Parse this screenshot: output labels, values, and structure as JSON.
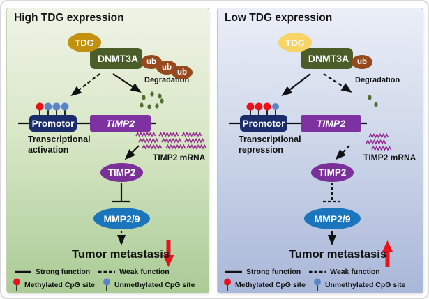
{
  "panels": [
    {
      "title": "High TDG expression",
      "tdg_label": "TDG",
      "dnmt3a_label": "DNMT3A",
      "ub_label": "ub",
      "degradation_label": "Degradation",
      "promotor_label": "Promotor",
      "gene_label": "TIMP2",
      "transcription_line1": "Transcriptional",
      "transcription_line2": "activation",
      "mrna_label": "TIMP2 mRNA",
      "timp2_label": "TIMP2",
      "mmp_label": "MMP2/9",
      "metastasis_label": "Tumor metastasis",
      "metastasis_trend": "down",
      "cpg_sites": [
        "methylated",
        "unmethylated",
        "unmethylated",
        "unmethylated"
      ],
      "ubiquitin_count": 3,
      "legend": {
        "strong": "Strong function",
        "weak": "Weak function",
        "methylated": "Methylated CpG site",
        "unmethylated": "Unmethylated CpG site"
      }
    },
    {
      "title": "Low TDG expression",
      "tdg_label": "TDG",
      "dnmt3a_label": "DNMT3A",
      "ub_label": "ub",
      "degradation_label": "Degradation",
      "promotor_label": "Promotor",
      "gene_label": "TIMP2",
      "transcription_line1": "Transcriptional",
      "transcription_line2": "repression",
      "mrna_label": "TIMP2 mRNA",
      "timp2_label": "TIMP2",
      "mmp_label": "MMP2/9",
      "metastasis_label": "Tumor metastasis",
      "metastasis_trend": "up",
      "cpg_sites": [
        "methylated",
        "methylated",
        "methylated",
        "unmethylated"
      ],
      "ubiquitin_count": 1,
      "legend": {
        "strong": "Strong function",
        "weak": "Weak function",
        "methylated": "Methylated CpG site",
        "unmethylated": "Unmethylated CpG site"
      }
    }
  ],
  "colors": {
    "tdg-high": "#c2910f",
    "tdg-low": "#f6d466",
    "dnmt3a": "#4b5e2a",
    "ub": "#96491c",
    "promotor": "#1a2c6b",
    "gene": "#7e31a0",
    "timp2": "#7b2f99",
    "mmp": "#1b75bc",
    "mrna": "#93278f",
    "dot": "#4f7030",
    "red": "#e8131a",
    "cpg-blue": "#5b84c8"
  }
}
